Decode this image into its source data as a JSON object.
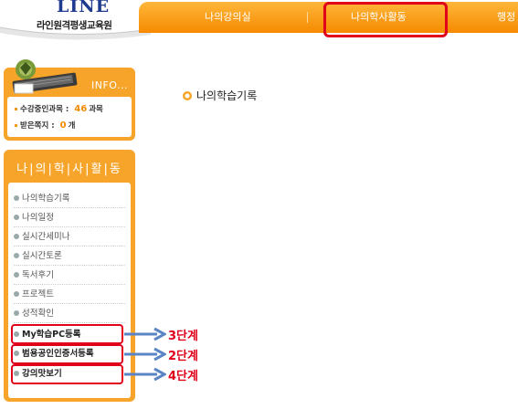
{
  "header": {
    "logo_text": "LINE",
    "logo_subtitle": "라인원격평생교육원",
    "nav": [
      {
        "label": "나의강의실"
      },
      {
        "label": "나의학사활동"
      },
      {
        "label": "행정"
      }
    ]
  },
  "info": {
    "title": "INFO...",
    "rows": [
      {
        "label": "수강중인과목 :",
        "value": "46",
        "unit": "과목"
      },
      {
        "label": "받은쪽지 :",
        "value": "0",
        "unit": "개"
      }
    ]
  },
  "sidebar": {
    "title": "나|의|학|사|활|동",
    "items": [
      {
        "label": "나의학습기록"
      },
      {
        "label": "나의일정"
      },
      {
        "label": "실시간세미나"
      },
      {
        "label": "실시간토론"
      },
      {
        "label": "독서후기"
      },
      {
        "label": "프로젝트"
      },
      {
        "label": "성적확인"
      },
      {
        "label": "My학습PC등록"
      },
      {
        "label": "범용공인인증서등록"
      },
      {
        "label": "강의맛보기"
      }
    ]
  },
  "steps": [
    {
      "label": "3단계"
    },
    {
      "label": "2단계"
    },
    {
      "label": "4단계"
    }
  ],
  "main": {
    "title": "나의학습기록"
  },
  "colors": {
    "accent_orange": "#f7a52a",
    "highlight_red": "#e0001a",
    "arrow_blue": "#5b86c5"
  }
}
